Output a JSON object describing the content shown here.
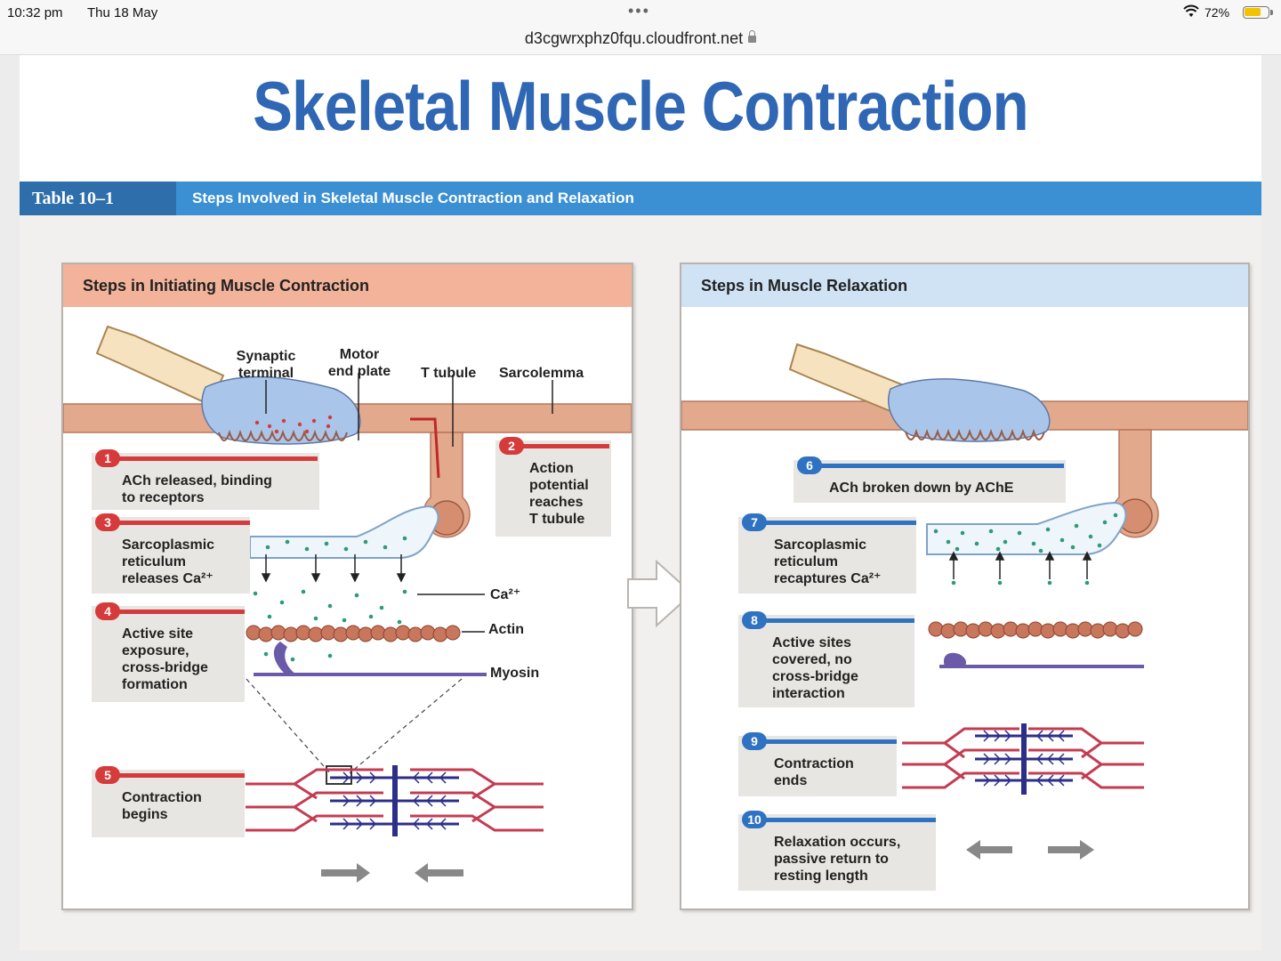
{
  "status_bar": {
    "time": "10:32 pm",
    "date": "Thu 18 May",
    "battery": "72%",
    "battery_level": 0.72
  },
  "browser": {
    "url": "d3cgwrxphz0fqu.cloudfront.net"
  },
  "slide": {
    "title": "Skeletal Muscle Contraction",
    "table_label": "Table 10–1",
    "table_caption": "Steps Involved in Skeletal Muscle Contraction and Relaxation"
  },
  "left_panel": {
    "heading": "Steps in Initiating Muscle Contraction",
    "labels": {
      "synaptic_terminal_1": "Synaptic",
      "synaptic_terminal_2": "terminal",
      "motor_end_plate_1": "Motor",
      "motor_end_plate_2": "end plate",
      "t_tubule": "T tubule",
      "sarcolemma": "Sarcolemma",
      "ca": "Ca²⁺",
      "actin": "Actin",
      "myosin": "Myosin"
    },
    "steps": [
      {
        "num": "1",
        "lines": [
          "ACh released, binding",
          "to receptors"
        ]
      },
      {
        "num": "2",
        "lines": [
          "Action",
          "potential",
          "reaches",
          "T tubule"
        ]
      },
      {
        "num": "3",
        "lines": [
          "Sarcoplasmic",
          "reticulum",
          "releases Ca²⁺"
        ]
      },
      {
        "num": "4",
        "lines": [
          "Active site",
          "exposure,",
          "cross-bridge",
          "formation"
        ]
      },
      {
        "num": "5",
        "lines": [
          "Contraction",
          "begins"
        ]
      }
    ]
  },
  "right_panel": {
    "heading": "Steps in Muscle Relaxation",
    "steps": [
      {
        "num": "6",
        "lines": [
          "ACh broken down by AChE"
        ]
      },
      {
        "num": "7",
        "lines": [
          "Sarcoplasmic",
          "reticulum",
          "recaptures Ca²⁺"
        ]
      },
      {
        "num": "8",
        "lines": [
          "Active sites",
          "covered, no",
          "cross-bridge",
          "interaction"
        ]
      },
      {
        "num": "9",
        "lines": [
          "Contraction",
          "ends"
        ]
      },
      {
        "num": "10",
        "lines": [
          "Relaxation occurs,",
          "passive return to",
          "resting length"
        ]
      }
    ]
  },
  "colors": {
    "title_blue": "#2f67b5",
    "table_header": "#3b8fd3",
    "left_heading_bg": "#f2b39a",
    "right_heading_bg": "#cfe3f4",
    "step_red": "#d63b3b",
    "step_blue": "#2f72c2",
    "sarcolemma": "#e3a98d",
    "nerve_blue": "#a9c6ea",
    "actin": "#c9775c",
    "myosin": "#6a5aa8",
    "sarcomere_red": "#c43c52",
    "sarcomere_blue": "#2c2f8a",
    "calcium": "#2f9a78"
  },
  "icons": {
    "wifi": "wifi-icon",
    "battery": "battery-icon",
    "lock": "lock-icon",
    "more": "more-dots-icon",
    "next": "next-arrow-icon"
  }
}
